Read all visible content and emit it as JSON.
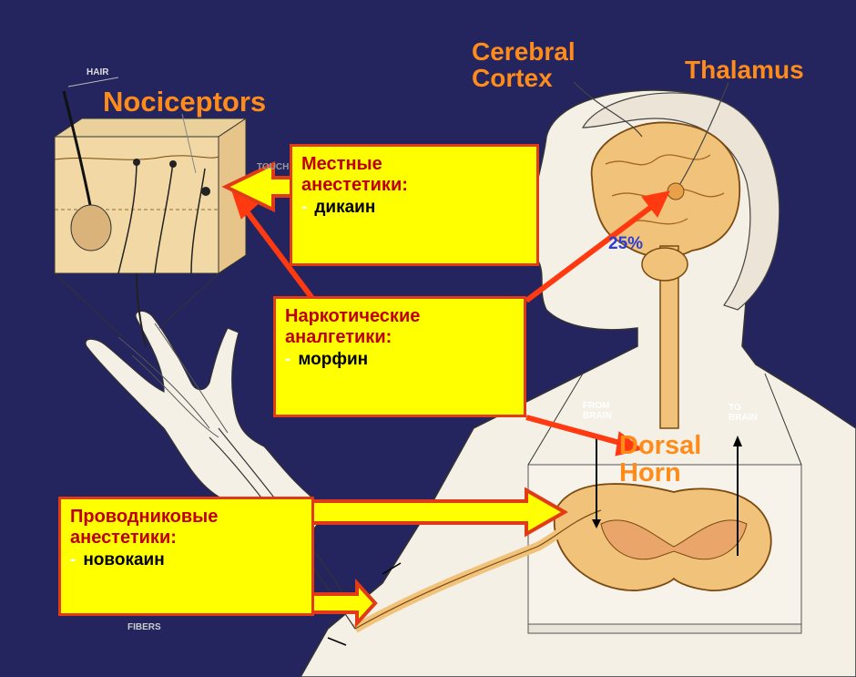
{
  "labels": {
    "hair": "HAIR",
    "nociceptors": "Nociceptors",
    "touch": "TOUCH",
    "cerebral_cortex_1": "Cerebral",
    "cerebral_cortex_2": "Cortex",
    "thalamus": "Thalamus",
    "percent": "25%",
    "from_brain_1": "FROM",
    "from_brain_2": "BRAIN",
    "to_brain_1": "TO",
    "to_brain_2": "BRAIN",
    "dorsal_1": "Dorsal",
    "dorsal_2": "Horn",
    "fibers": "FIBERS"
  },
  "boxes": {
    "local": {
      "title_1": "Местные",
      "title_2": "анестетики:",
      "dash": "-",
      "drug": "дикаин"
    },
    "narcotic": {
      "title_1": "Наркотические",
      "title_2": "аналгетики:",
      "dash": "-",
      "drug": "морфин"
    },
    "conduction": {
      "title_1": "Проводниковые",
      "title_2": "анестетики:",
      "dash": "-",
      "drug": "новокаин"
    }
  },
  "colors": {
    "background": "#24245f",
    "box_fill": "#ffff00",
    "box_border": "#e23a16",
    "arrow": "#ff3a10",
    "label_orange": "#ff8c1a",
    "box_title": "#c00000"
  }
}
